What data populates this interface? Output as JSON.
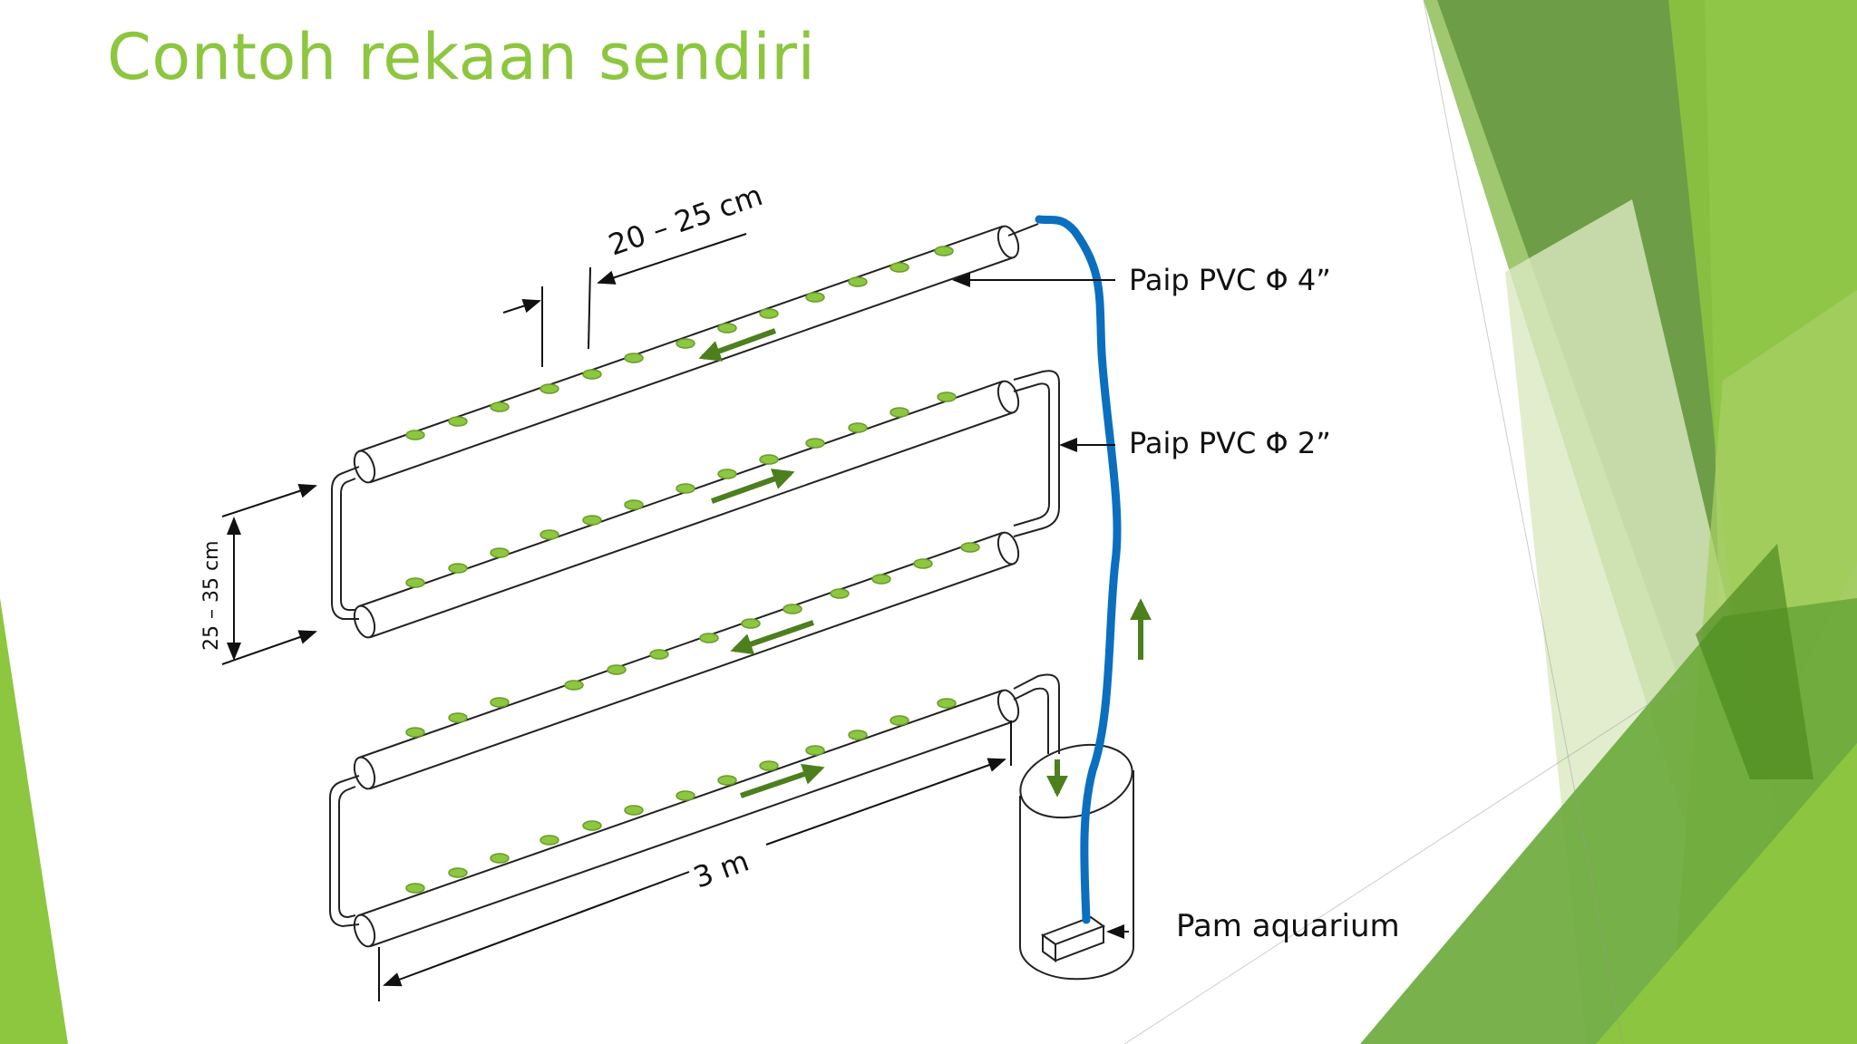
{
  "slide": {
    "title": "Contoh rekaan sendiri"
  },
  "labels": {
    "spacing": "20 – 25 cm",
    "pipe_4": "Paip PVC Φ 4”",
    "pipe_2": "Paip PVC Φ 2”",
    "row_gap": "25 – 35 cm",
    "length": "3 m",
    "pump": "Pam aquarium"
  },
  "colors": {
    "title": "#8dc63f",
    "hose": "#0b6fbf",
    "plant_hole": "#8dc63f",
    "flow_arrow": "#4d7f1e",
    "deco_light": "#dbe9c2",
    "deco_mid": "#8dc63f",
    "deco_dark": "#4f8a1f"
  },
  "icons": {
    "flow_direction": "arrow-icon",
    "pump": "pump-box-icon"
  }
}
